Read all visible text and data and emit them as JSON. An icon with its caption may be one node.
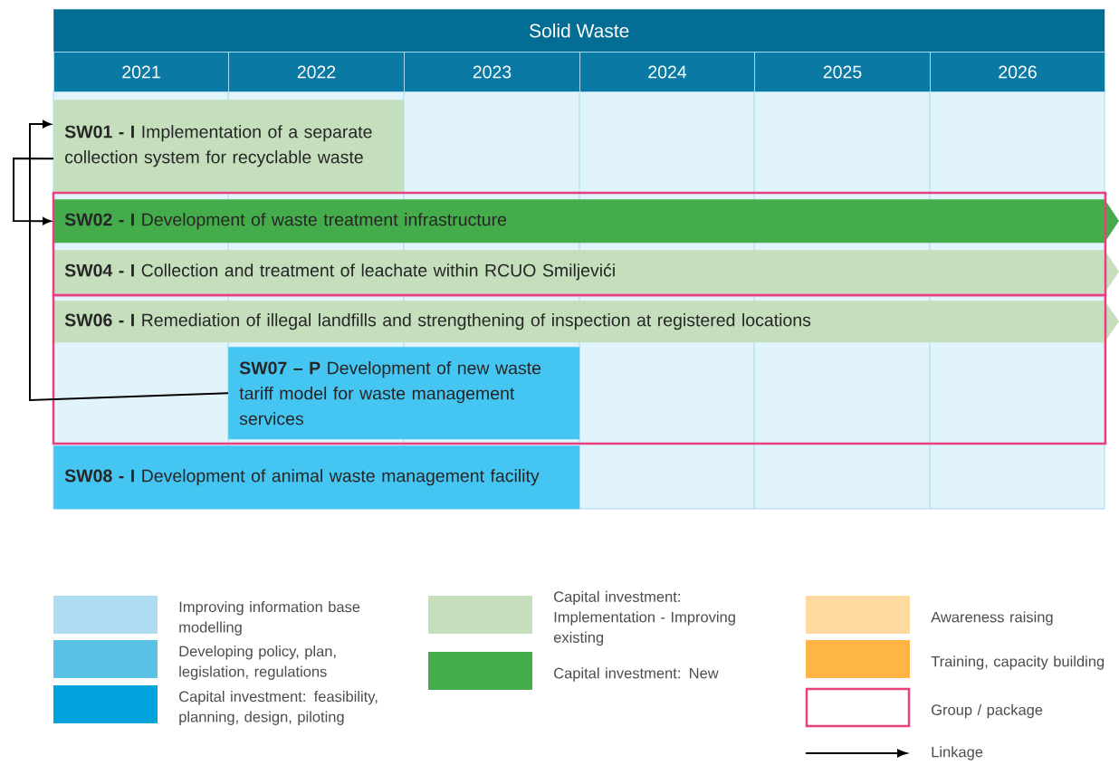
{
  "diagram": {
    "title": "Solid Waste",
    "nodes": [
      {
        "text": [
          "2021"
        ]
      },
      {
        "text": [
          "2022"
        ]
      },
      {
        "text": [
          "2023"
        ]
      },
      {
        "text": [
          "2024"
        ]
      },
      {
        "text": [
          "2025"
        ]
      },
      {
        "text": [
          "2026"
        ]
      },
      {
        "text": [
          "**SW01 - I** Implementation of a separate collection system for recyclable waste"
        ]
      },
      {
        "text": [
          "**SW02 - I** Development of waste treatment infrastructure"
        ]
      },
      {
        "text": [
          "**SW04 - I** Collection and treatment of leachate within RCUO Smiljevići"
        ]
      },
      {
        "text": [
          "**SW06 - I** Remediation of illegal landfills and strengthening of inspection at registered locations"
        ]
      },
      {
        "text": [
          "**SW07 – P** Development of new waste tariff model for waste management services"
        ]
      },
      {
        "text": [
          "**SW08 - I** Development of animal waste management facility"
        ]
      }
    ],
    "edges": [
      {
        "from": 6,
        "to": 7,
        "arrow": "to"
      },
      {
        "from": 10,
        "to": 6,
        "arrow": "to"
      }
    ],
    "legend": [
      {
        "text": "Improving information base modelling",
        "color": "#b0dcf2"
      },
      {
        "text": "Developing policy, plan, legislation, regulations",
        "color": "#5bc2e7"
      },
      {
        "text": "Capital investment: feasibility, planning, design, piloting",
        "color": "#00a3dc"
      },
      {
        "text": "Capital investment: Implementation - Improving existing",
        "color": "#c5dfbd"
      },
      {
        "text": "Capital investment: New",
        "color": "#44ac4a"
      },
      {
        "text": "Awareness raising",
        "color": "#fed9a0"
      },
      {
        "text": "Training, capacity building",
        "color": "#feb546"
      },
      {
        "text": "Group / package"
      },
      {
        "text": "Linkage"
      }
    ]
  }
}
